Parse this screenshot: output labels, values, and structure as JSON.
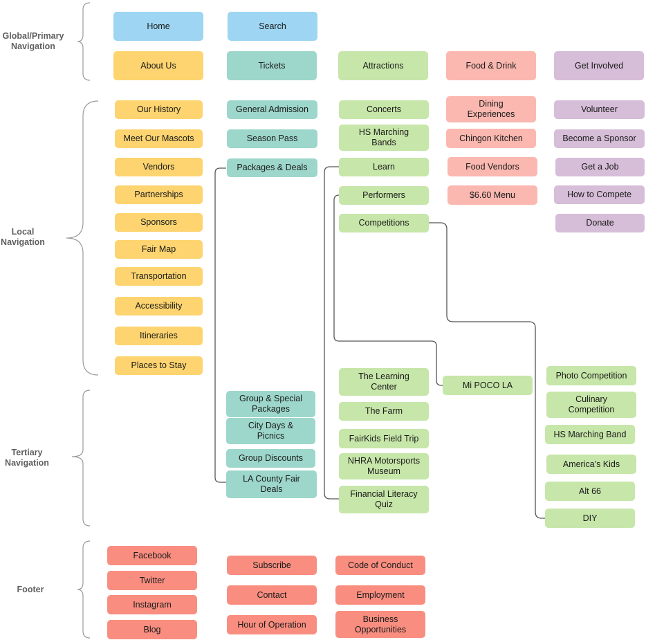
{
  "sections": {
    "global": "Global/Primary\nNavigation",
    "local": "Local\nNavigation",
    "tertiary": "Tertiary\nNavigation",
    "footer": "Footer"
  },
  "nodes": {
    "home": "Home",
    "search": "Search",
    "about_us": "About Us",
    "tickets": "Tickets",
    "attractions": "Attractions",
    "food_drink": "Food & Drink",
    "get_involved": "Get Involved",
    "our_history": "Our History",
    "meet_mascots": "Meet Our Mascots",
    "vendors": "Vendors",
    "partnerships": "Partnerships",
    "sponsors": "Sponsors",
    "fair_map": "Fair Map",
    "transportation": "Transportation",
    "accessibility": "Accessibility",
    "itineraries": "Itineraries",
    "places_to_stay": "Places to Stay",
    "general_admission": "General Admission",
    "season_pass": "Season Pass",
    "packages_deals": "Packages & Deals",
    "group_special": "Group & Special\nPackages",
    "city_days": "City Days &\nPicnics",
    "group_discounts": "Group Discounts",
    "la_county_deals": "LA County Fair\nDeals",
    "concerts": "Concerts",
    "hs_marching_bands": "HS Marching\nBands",
    "learn": "Learn",
    "performers": "Performers",
    "competitions": "Competitions",
    "learning_center": "The Learning\nCenter",
    "the_farm": "The Farm",
    "fairkids": "FairKids Field Trip",
    "nhra": "NHRA Motorsports\nMuseum",
    "financial_quiz": "Financial Literacy\nQuiz",
    "mi_poco_la": "Mi POCO LA",
    "photo_competition": "Photo Competition",
    "culinary_competition": "Culinary\nCompetition",
    "hs_marching_band": "HS Marching Band",
    "americas_kids": "America's Kids",
    "alt66": "Alt 66",
    "diy": "DIY",
    "dining": "Dining\nExperiences",
    "chingon": "Chingon Kitchen",
    "food_vendors": "Food Vendors",
    "menu_660": "$6.60 Menu",
    "volunteer": "Volunteer",
    "become_sponsor": "Become a Sponsor",
    "get_job": "Get a Job",
    "how_to_compete": "How to Compete",
    "donate": "Donate",
    "facebook": "Facebook",
    "twitter": "Twitter",
    "instagram": "Instagram",
    "blog": "Blog",
    "subscribe": "Subscribe",
    "contact": "Contact",
    "hour_of_operation": "Hour of Operation",
    "code_of_conduct": "Code of Conduct",
    "employment": "Employment",
    "business_opportunities": "Business\nOpportunities"
  },
  "colors": {
    "global_primary": "#9dd5f2",
    "about": "#fdd46f",
    "tickets": "#9dd7cb",
    "attractions": "#c7e6a9",
    "food": "#fbb8b0",
    "involved": "#d6bdd8",
    "footer": "#f98e80",
    "connector": "#555555",
    "brace": "#9a9a9a",
    "label": "#5f5f5f"
  }
}
